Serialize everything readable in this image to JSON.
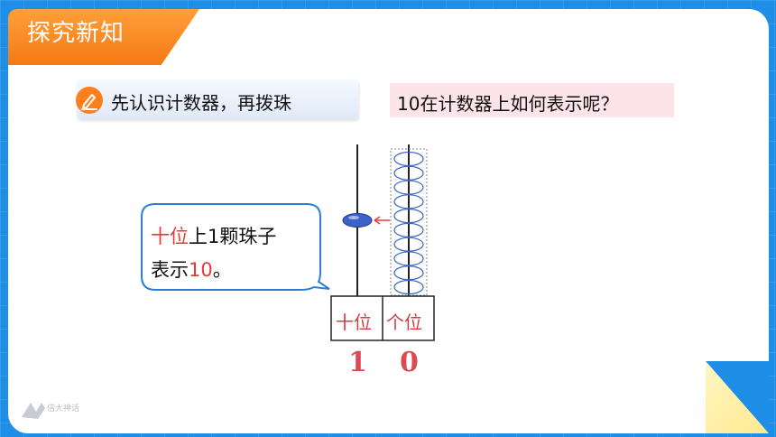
{
  "header": {
    "title": "探究新知"
  },
  "task": {
    "label": "先认识计数器，再拨珠"
  },
  "question": {
    "text": "10在计数器上如何表示呢？"
  },
  "callout": {
    "line1_red": "十位",
    "line1_rest": "上1颗珠子",
    "line2_pre": "表示",
    "line2_red": "10",
    "line2_post": "。"
  },
  "abacus": {
    "tens_label": "十位",
    "ones_label": "个位",
    "tens_digit": "1",
    "ones_digit": "0",
    "tens_beads": 1,
    "ones_beads": 10
  },
  "logo": {
    "text": "倍大神话"
  },
  "colors": {
    "background": "#1f8ee6",
    "title_tab": "#f57a14",
    "emphasis_red": "#e8383a",
    "question_bg": "#fde3ea",
    "bead_blue": "#3b63c9"
  }
}
